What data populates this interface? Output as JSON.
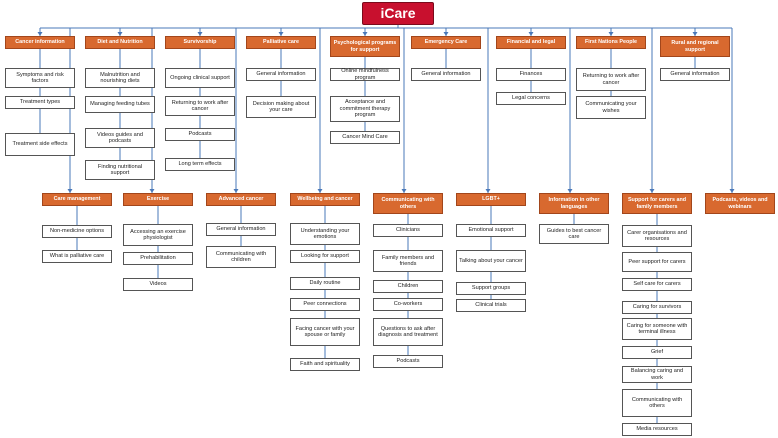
{
  "root": "iCare",
  "top_row": [
    {
      "title": "Cancer information",
      "items": [
        "Symptoms and risk factors",
        "Treatment types",
        "Treatment side effects"
      ]
    },
    {
      "title": "Diet and Nutrition",
      "items": [
        "Malnutrition and nourishing diets",
        "Managing feeding tubes",
        "Videos guides and podcasts",
        "Finding nutritional support"
      ]
    },
    {
      "title": "Survivorship",
      "items": [
        "Ongoing clinical support",
        "Returning to work after cancer",
        "Podcasts",
        "Long term effects"
      ]
    },
    {
      "title": "Palliative care",
      "items": [
        "General information",
        "Decision making about your care"
      ]
    },
    {
      "title": "Psychological programs for support",
      "items": [
        "Online mindfulness program",
        "Acceptance and commitment therapy program",
        "Cancer Mind Care"
      ]
    },
    {
      "title": "Emergency Care",
      "items": [
        "General information"
      ]
    },
    {
      "title": "Financial and legal",
      "items": [
        "Finances",
        "Legal concerns"
      ]
    },
    {
      "title": "First Nations People",
      "items": [
        "Returning to work after cancer",
        "Communicating your wishes"
      ]
    },
    {
      "title": "Rural and regional support",
      "items": [
        "General information"
      ]
    }
  ],
  "bottom_row": [
    {
      "title": "Care management",
      "items": [
        "Non-medicine options",
        "What is palliative care"
      ]
    },
    {
      "title": "Exercise",
      "items": [
        "Accessing an exercise physiologist",
        "Prehabilitation",
        "Videos"
      ]
    },
    {
      "title": "Advanced cancer",
      "items": [
        "General information",
        "Communicating with children"
      ]
    },
    {
      "title": "Wellbeing and cancer",
      "items": [
        "Understanding your emotions",
        "Looking for support",
        "Daily routine",
        "Peer connections",
        "Facing cancer with your spouse or  family",
        "Faith and spirituality"
      ]
    },
    {
      "title": "Communicating with others",
      "items": [
        "Clinicians",
        "Family members and friends",
        "Children",
        "Co-workers",
        "Questions to ask after diagnosis and treatment",
        "Podcasts"
      ]
    },
    {
      "title": "LGBT+",
      "items": [
        "Emotional support",
        "Talking about your cancer",
        "Support groups",
        "Clinical trials"
      ]
    },
    {
      "title": "Information in other languages",
      "items": [
        "Guides to best cancer care"
      ]
    },
    {
      "title": "Support for carers and family members",
      "items": [
        "Carer organisations and resources",
        "Peer support for carers",
        "Self care for carers",
        "Caring for survivors",
        "Caring for someone with terminal illness",
        "Grief",
        "Balancing caring and work",
        "Communicating with others",
        "Media resources"
      ]
    },
    {
      "title": "Podcasts, videos and webinars",
      "items": []
    }
  ]
}
